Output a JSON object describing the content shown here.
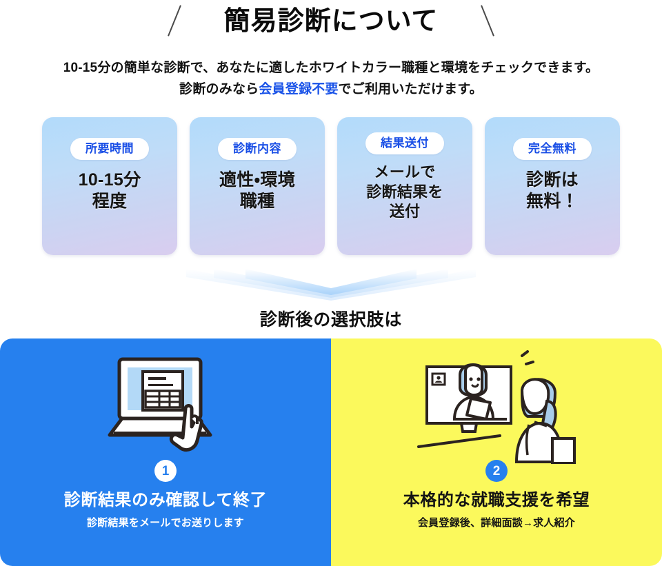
{
  "header": {
    "title": "簡易診断について",
    "decoration_left": "slash-left",
    "decoration_right": "slash-right"
  },
  "lead": {
    "line1": "10-15分の簡単な診断で、あなたに適したホワイトカラー職種と環境をチェックできます。",
    "line2_before": "診断のみなら",
    "line2_highlight": "会員登録不要",
    "line2_after": "でご利用いただけます。",
    "highlight_color": "#1a53e8"
  },
  "cards": [
    {
      "badge": "所要時間",
      "line1": "10-15分",
      "line2": "程度",
      "line3": ""
    },
    {
      "badge": "診断内容",
      "line1": "適性・環境",
      "line2": "職種",
      "line3": ""
    },
    {
      "badge": "結果送付",
      "line1": "メールで",
      "line2": "診断結果を",
      "line3": "送付"
    },
    {
      "badge": "完全無料",
      "line1": "診断は",
      "line2": "無料！",
      "line3": ""
    }
  ],
  "card_style": {
    "gradient_top": "#b2dbfb",
    "gradient_bottom": "#d9cdef",
    "badge_text_color": "#1a4fe6",
    "badge_background": "#ffffff"
  },
  "mid": {
    "chevron_icon": "chevron-down-stack-icon",
    "chevron_color": "#bcdcfb",
    "heading": "診断後の選択肢は"
  },
  "panels": [
    {
      "id": "option-1",
      "background": "#2680ee",
      "illustration": "laptop-with-pointing-hand-icon",
      "number": "1",
      "number_style": "white-circle-blue-text",
      "title": "診断結果のみ確認して終了",
      "subtitle": "診断結果をメールでお送りします"
    },
    {
      "id": "option-2",
      "background": "#fbf95c",
      "illustration": "video-interview-icon",
      "number": "2",
      "number_style": "blue-circle-white-text",
      "title": "本格的な就職支援を希望",
      "subtitle": "会員登録後、詳細面談→求人紹介"
    }
  ]
}
